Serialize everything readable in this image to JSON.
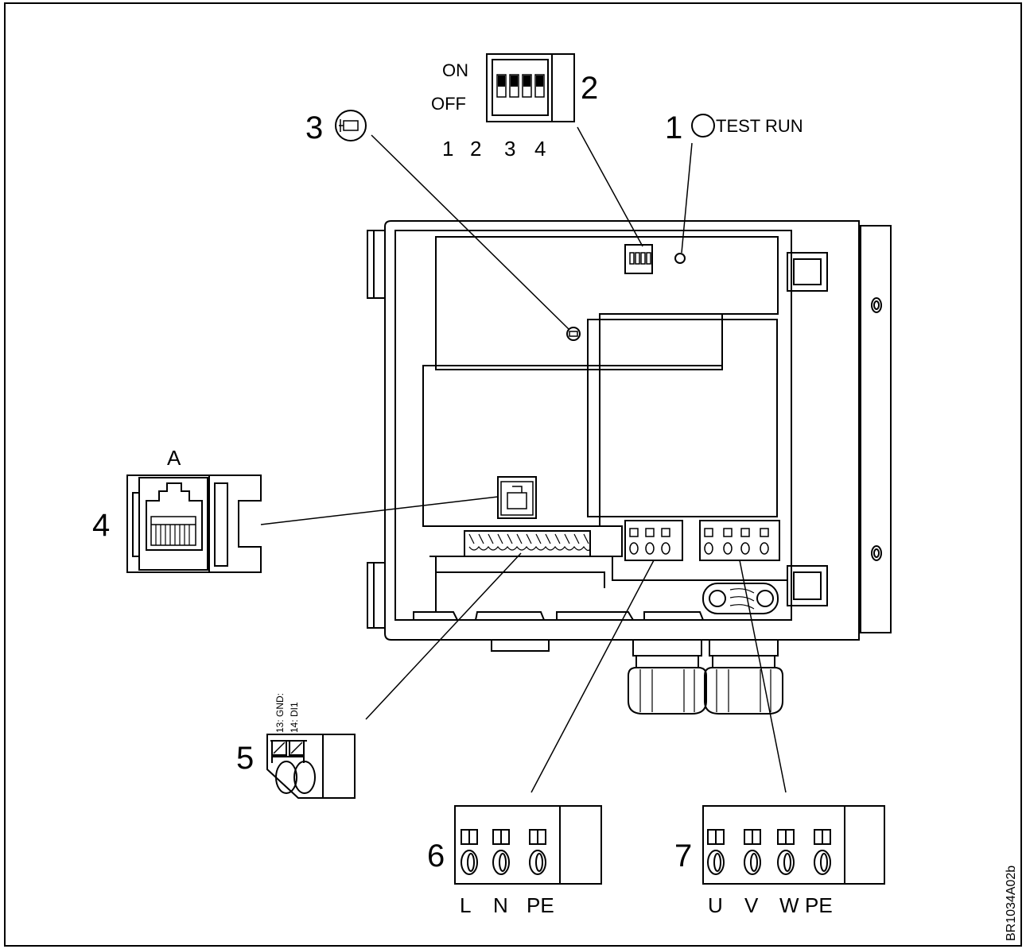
{
  "callouts": {
    "c1": "1",
    "c2": "2",
    "c3": "3",
    "c4": "4",
    "c5": "5",
    "c6": "6",
    "c7": "7"
  },
  "dip_switch": {
    "on_label": "ON",
    "off_label": "OFF",
    "positions": [
      "1",
      "2",
      "3",
      "4"
    ]
  },
  "test_run_label": "TEST RUN",
  "rj45_label": "A",
  "digital_input_terminals": [
    "13: GND:",
    "14: DI1"
  ],
  "mains_terminals": [
    "L",
    "N",
    "PE"
  ],
  "motor_terminals": [
    "U",
    "V",
    "W",
    "PE"
  ],
  "drawing_id": "BR1034A02b"
}
